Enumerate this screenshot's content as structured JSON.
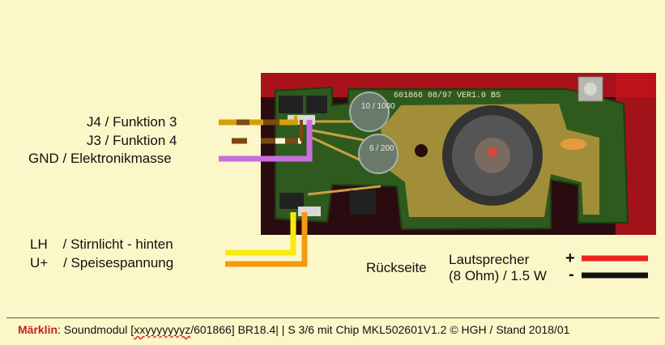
{
  "labels": {
    "j4": "J4 / Funktion 3",
    "j3": "J3 / Funktion 4",
    "gnd": "GND / Elektronikmasse",
    "lh": "LH    / Stirnlicht - hinten",
    "uplus": "U+    / Speisespannung",
    "rueckseite": "Rückseite",
    "speaker_line1": "Lautsprecher",
    "speaker_line2": "(8 Ohm) / 1.5 W",
    "plus": "+",
    "minus": "-"
  },
  "pcb_text": {
    "board_marking": "601866  08/97  VER1.0  BS",
    "cap1": "10 / 1000",
    "cap2": "6 / 200"
  },
  "footer": {
    "brand": "Märklin",
    "text_before_code": ": Soundmodul [",
    "code": "xxyyyyyyyz",
    "text_after_code": "/601866] BR18.4| | S 3/6  mit Chip MKL502601V1.2  © HGH / Stand 2018/01"
  },
  "colors": {
    "background": "#fcf7c8",
    "wire_gold": "#d4a00a",
    "wire_brown": "#7a4a10",
    "wire_purple": "#c86ee0",
    "wire_yellow": "#f7ea10",
    "wire_orange": "#f59a10",
    "wire_red": "#ee2222",
    "wire_black": "#111111",
    "pcb_green": "#2f5a1e",
    "brand_red": "#c8201c"
  }
}
